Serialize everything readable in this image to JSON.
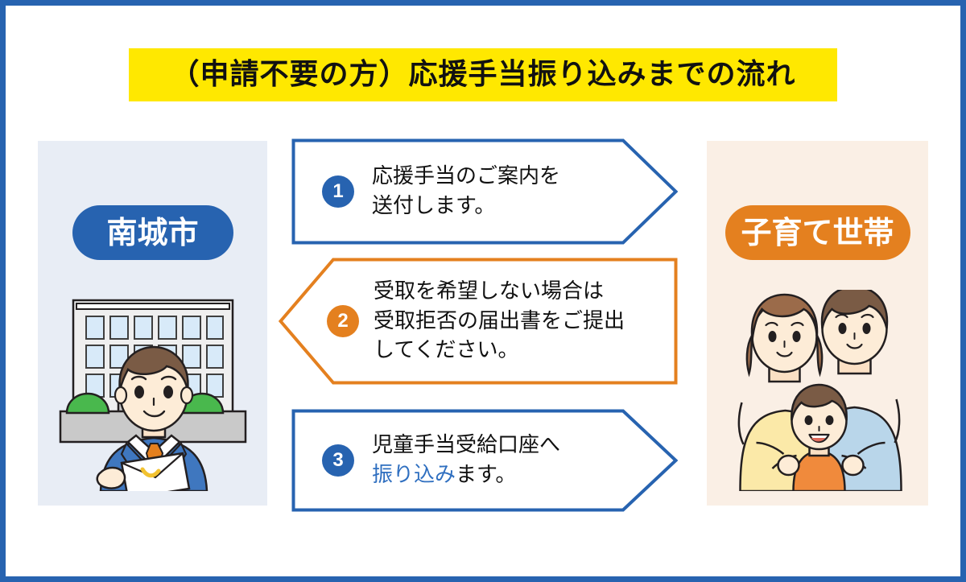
{
  "frame": {
    "border_color": "#2763b0"
  },
  "title": {
    "text": "（申請不要の方）応援手当振り込みまでの流れ",
    "band_color": "#ffe800",
    "text_color": "#111111"
  },
  "left_panel": {
    "background": "#e8edf5",
    "pill_label": "南城市",
    "pill_color": "#2763b0",
    "illustration": "city-hall-staff-with-envelope-illustration"
  },
  "right_panel": {
    "background": "#faefe5",
    "pill_label": "子育て世帯",
    "pill_color": "#e4801f",
    "illustration": "family-parents-and-child-illustration"
  },
  "steps": [
    {
      "number": "1",
      "direction": "right",
      "color": "#2763b0",
      "lines": [
        {
          "text": "応援手当のご案内を"
        },
        {
          "text": "送付します。"
        }
      ]
    },
    {
      "number": "2",
      "direction": "left",
      "color": "#e4801f",
      "lines": [
        {
          "text": "受取を希望しない場合は"
        },
        {
          "text": "受取拒否の届出書をご提出"
        },
        {
          "text": "してください。"
        }
      ]
    },
    {
      "number": "3",
      "direction": "right",
      "color": "#2763b0",
      "lines": [
        {
          "text_accent": "振り込み",
          "text_rest": "ます。"
        }
      ],
      "line1": "児童手当受給口座へ",
      "accent_color": "#2f6fc0"
    }
  ]
}
